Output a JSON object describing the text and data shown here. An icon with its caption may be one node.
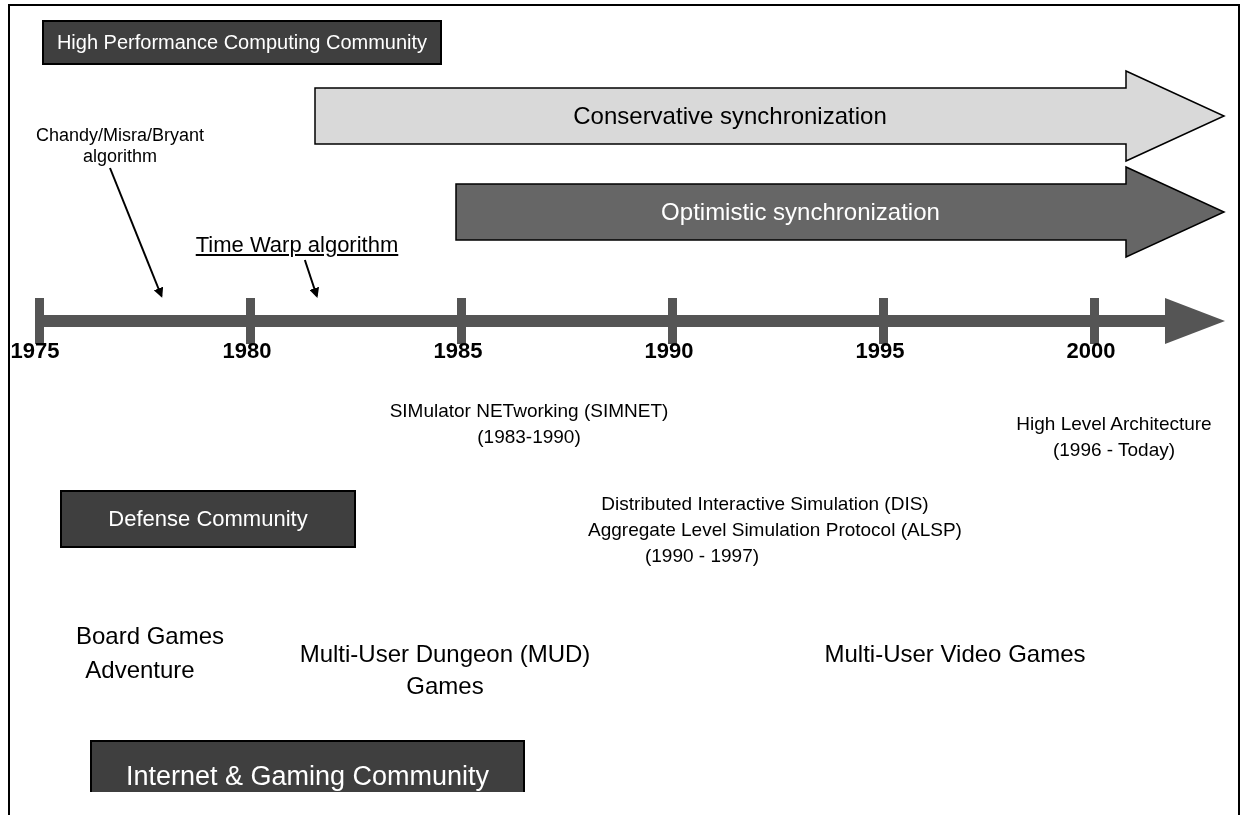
{
  "diagram": {
    "nodes": [
      {
        "text": [
          "High Performance Computing Community"
        ]
      },
      {
        "text": [
          "Chandy/Misra/Bryant algorithm"
        ]
      },
      {
        "text": [
          "Time Warp algorithm"
        ]
      },
      {
        "text": [
          "Conservative synchronization"
        ]
      },
      {
        "text": [
          "Optimistic synchronization"
        ]
      },
      {
        "text": [],
        "shape": "bar"
      },
      {
        "text": [
          "Defense Community"
        ]
      },
      {
        "text": [
          "Internet & Gaming Community"
        ]
      }
    ],
    "edges": [
      {
        "from": 1,
        "to": 5,
        "arrow": "to"
      },
      {
        "from": 2,
        "to": 5,
        "arrow": "to"
      }
    ],
    "labels": [
      "1975",
      "1980",
      "1985",
      "1990",
      "1995",
      "2000",
      "SIMulator NETworking (SIMNET)",
      "(1983-1990)",
      "High Level Architecture",
      "(1996 - Today)",
      "Distributed Interactive Simulation (DIS)",
      "Aggregate Level Simulation Protocol (ALSP)",
      "(1990 - 1997)",
      "Board Games",
      "Adventure",
      "Multi-User Dungeon (MUD)",
      "Games",
      "Multi-User Video Games"
    ]
  }
}
